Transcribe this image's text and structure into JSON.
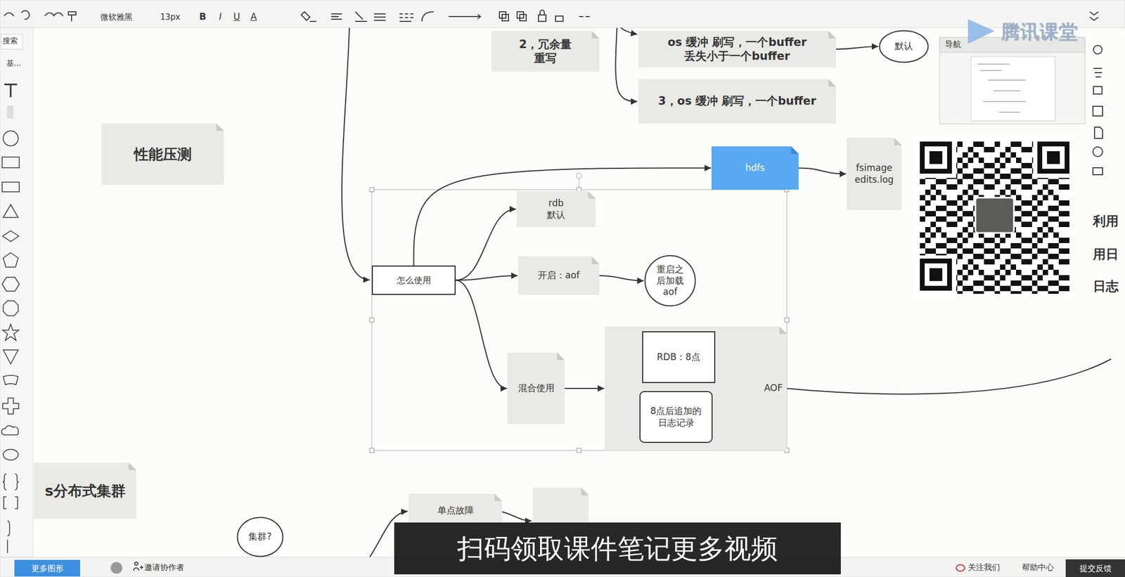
{
  "diagram": {
    "nodes": [
      {
        "text": [
          "2，冗余量 重写"
        ]
      },
      {
        "text": [
          "os 缓冲 刷写，一个buffer 丢失小于一个buffer"
        ]
      },
      {
        "text": [
          "默认"
        ]
      },
      {
        "text": [
          "3，os 缓冲 刷写，一个buffer"
        ]
      },
      {
        "text": [
          "性能压测"
        ]
      },
      {
        "text": [
          "hdfs"
        ]
      },
      {
        "text": [
          "fsimage edits.log"
        ]
      },
      {
        "text": [
          "怎么使用"
        ]
      },
      {
        "text": [
          "rdb 默认"
        ]
      },
      {
        "text": [
          "开启：aof"
        ]
      },
      {
        "text": [
          "重启之 后加载 aof"
        ]
      },
      {
        "text": [
          "混合使用"
        ]
      },
      {
        "text": [
          "AOF"
        ]
      },
      {
        "text": [
          "RDB：8点"
        ],
        "in": 12
      },
      {
        "text": [
          "8点后追加的 日志记录"
        ],
        "in": 12
      },
      {
        "text": [
          "s分布式集群"
        ]
      },
      {
        "text": [
          "集群?"
        ]
      },
      {
        "text": [
          "单点故障"
        ]
      }
    ],
    "edges": [
      {
        "from": 1,
        "to": 2,
        "arrow": "to"
      },
      {
        "from": 7,
        "to": 5,
        "arrow": "to"
      },
      {
        "from": 5,
        "to": 6,
        "arrow": "to"
      },
      {
        "from": 7,
        "to": 8,
        "arrow": "to"
      },
      {
        "from": 7,
        "to": 9,
        "arrow": "to"
      },
      {
        "from": 7,
        "to": 11,
        "arrow": "to"
      },
      {
        "from": 9,
        "to": 10,
        "arrow": "to"
      },
      {
        "from": 11,
        "to": 12,
        "arrow": "to"
      }
    ],
    "labels": [
      "微软雅黑",
      "13px",
      "B",
      "I",
      "U",
      "A",
      "搜索",
      "基...",
      "导航",
      "腾讯课堂",
      "利用",
      "用日",
      "日志",
      "扫码领取课件笔记更多视频",
      "更多图形",
      "邀请协作者",
      "关注我们",
      "帮助中心",
      "提交反馈"
    ]
  }
}
